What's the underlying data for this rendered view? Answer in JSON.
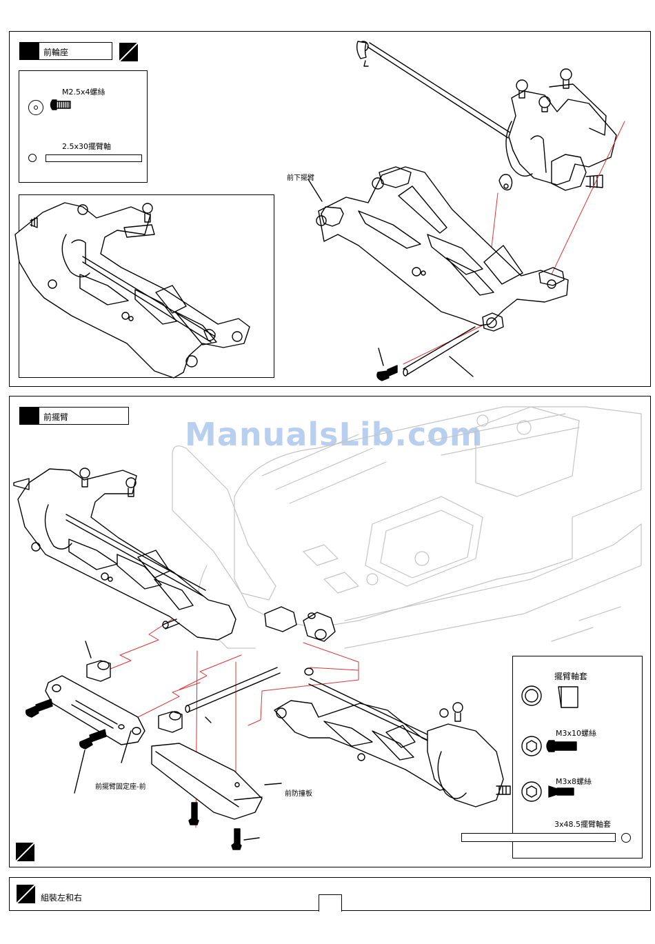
{
  "step1": {
    "title": "前輪座",
    "parts": {
      "screw_label": "M2.5x4螺絲",
      "pin_label": "2.5x30擺臂軸"
    },
    "callout_arm": "前下擺臂"
  },
  "step2": {
    "title": "前擺臂",
    "parts": {
      "bushing_label": "擺臂軸套",
      "screw10_label": "M3x10螺絲",
      "screw8_label": "M3x8螺絲",
      "pin_label": "3x48.5擺臂軸套"
    },
    "callout_mount": "前擺臂固定座-前",
    "callout_bumper": "前防撞板"
  },
  "step3": {
    "title": "組裝左和右"
  },
  "watermark": "ManualsLib.com",
  "colors": {
    "guide_line": "#e03030",
    "ghost_line": "#bfbfbf"
  }
}
